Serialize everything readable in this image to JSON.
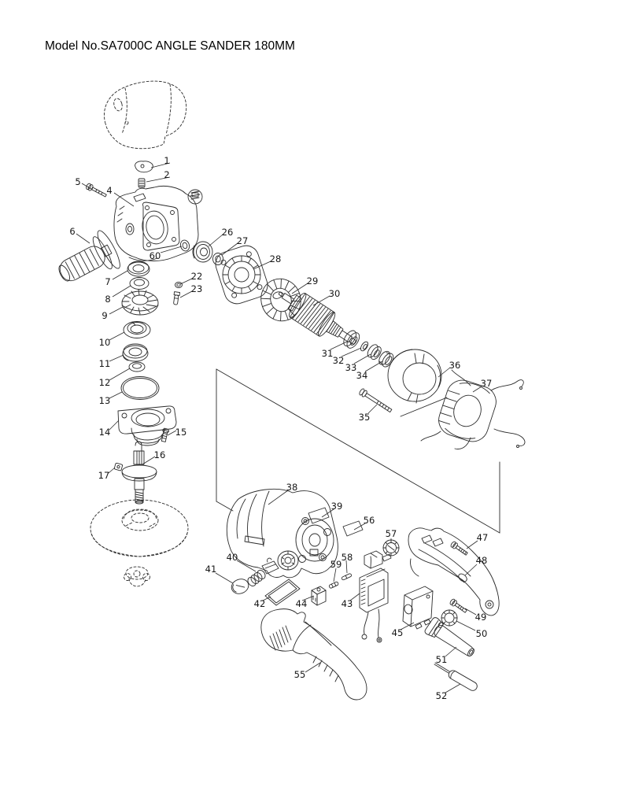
{
  "title": "Model No.SA7000C ANGLE SANDER 180MM",
  "diagram": {
    "kind": "exploded-parts-diagram",
    "part_labels": [
      "1",
      "2",
      "5",
      "4",
      "6",
      "60",
      "26",
      "27",
      "28",
      "29",
      "30",
      "22",
      "23",
      "7",
      "8",
      "9",
      "10",
      "11",
      "12",
      "13",
      "14",
      "15",
      "16",
      "17",
      "31",
      "32",
      "33",
      "34",
      "35",
      "36",
      "37",
      "38",
      "39",
      "56",
      "57",
      "47",
      "48",
      "40",
      "41",
      "58",
      "59",
      "42",
      "44",
      "43",
      "45",
      "49",
      "50",
      "51",
      "52",
      "55"
    ]
  }
}
